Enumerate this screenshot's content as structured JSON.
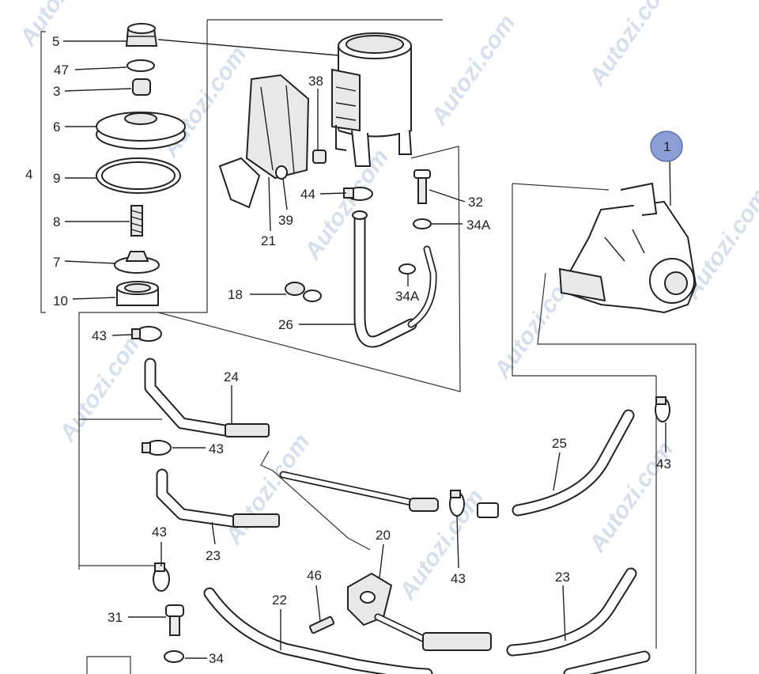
{
  "watermark": "Autozi.com",
  "callout_marker": {
    "label": "1",
    "color": "#4a62a8"
  },
  "labels": {
    "l5": "5",
    "l47": "47",
    "l3": "3",
    "l6": "6",
    "l4": "4",
    "l9": "9",
    "l8": "8",
    "l7": "7",
    "l10": "10",
    "l43a": "43",
    "l38": "38",
    "l44": "44",
    "l39": "39",
    "l21": "21",
    "l32": "32",
    "l34Aa": "34A",
    "l34Ab": "34A",
    "l18": "18",
    "l26": "26",
    "l24": "24",
    "l43b": "43",
    "l25": "25",
    "l43c": "43",
    "l43d": "43",
    "l23a": "23",
    "l20": "20",
    "l43e": "43",
    "l46": "46",
    "l22": "22",
    "l23b": "23",
    "l31": "31",
    "l34": "34"
  }
}
